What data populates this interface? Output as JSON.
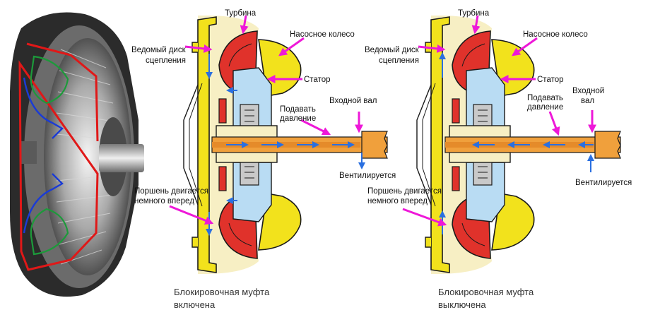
{
  "colors": {
    "turbine": "#e0322b",
    "pump": "#f2e21c",
    "stator": "#b9dcf3",
    "housing": "#f7efc4",
    "outline": "#1a1a1a",
    "shaft": "#f0a03c",
    "pointer": "#ee18d8",
    "flow": "#2a6fe0",
    "caption": "#333333",
    "photo_cutaway": "#e01818",
    "photo_green": "#1c9a3a",
    "photo_blue": "#1a3bd6"
  },
  "photo": {
    "subject": "torque-converter-cutaway"
  },
  "left": {
    "labels": {
      "turbine": "Турбина",
      "pump": "Насосное колесо",
      "driven_disc_l1": "Ведомый диск",
      "driven_disc_l2": "сцепления",
      "stator": "Статор",
      "pressure_l1": "Подавать",
      "pressure_l2": "давление",
      "input_shaft": "Входной вал",
      "vent": "Вентилируется",
      "piston_l1": "Поршень двигается",
      "piston_l2": "немного вперед"
    },
    "caption_l1": "Блокировочная муфта",
    "caption_l2": "включена"
  },
  "right": {
    "labels": {
      "turbine": "Турбина",
      "pump": "Насосное колесо",
      "driven_disc_l1": "Ведомый диск",
      "driven_disc_l2": "сцепления",
      "stator": "Статор",
      "pressure_l1": "Подавать",
      "pressure_l2": "давление",
      "input_shaft_l1": "Входной",
      "input_shaft_l2": "вал",
      "vent": "Вентилируется",
      "piston_l1": "Поршень двигается",
      "piston_l2": "немного вперед"
    },
    "caption_l1": "Блокировочная муфта",
    "caption_l2": "выключена"
  }
}
